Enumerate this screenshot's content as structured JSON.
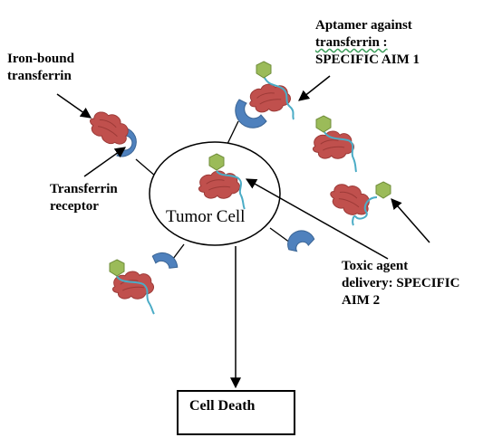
{
  "labels": {
    "iron_bound": [
      "Iron-bound",
      "transferrin"
    ],
    "aptamer": [
      "Aptamer against",
      "transferrin :",
      "SPECIFIC AIM 1"
    ],
    "receptor": [
      "Transferrin",
      "receptor"
    ],
    "tumor_cell": "Tumor Cell",
    "toxic": [
      "Toxic agent",
      "delivery: SPECIFIC",
      "AIM 2"
    ],
    "cell_death": "Cell Death"
  },
  "colors": {
    "transferrin": "#c0504d",
    "transferrin_outline": "#9c3a37",
    "receptor": "#4f81bd",
    "receptor_outline": "#3a6494",
    "aptamer_strand": "#4bacc6",
    "hexagon": "#9bbb59",
    "hexagon_outline": "#6f8c3a"
  }
}
